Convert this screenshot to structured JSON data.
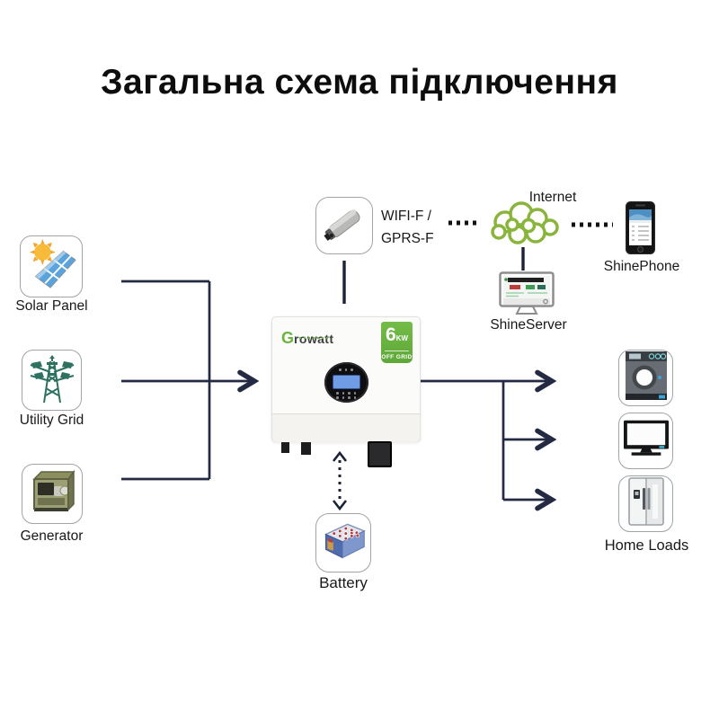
{
  "title": "Загальна схема підключення",
  "colors": {
    "connector_line": "#232a42",
    "cloud_green": "#8ab53c",
    "badge_green": "#68b23e",
    "logo_green": "#6cb33f",
    "lcd_blue": "#6f9ce5"
  },
  "nodes": {
    "solar_panel": {
      "label": "Solar Panel"
    },
    "utility_grid": {
      "label": "Utility Grid"
    },
    "generator": {
      "label": "Generator"
    },
    "wifi_module": {
      "line1": "WIFI-F /",
      "line2": "GPRS-F"
    },
    "internet": {
      "label": "Internet"
    },
    "shinephone": {
      "label": "ShinePhone"
    },
    "shineserver": {
      "label": "ShineServer"
    },
    "inverter": {
      "brand_g": "G",
      "brand_rest": "rowatt",
      "power_value": "6",
      "power_unit": "KW",
      "mode": "OFF GRID"
    },
    "battery": {
      "label": "Battery"
    },
    "home_loads": {
      "label": "Home Loads"
    }
  },
  "icons": {
    "solar_panel": "sun-and-solar-panel-icon",
    "utility_grid": "transmission-tower-icon",
    "generator": "diesel-generator-icon",
    "wifi_module": "usb-dongle-icon",
    "internet": "cloud-icon",
    "shinephone": "smartphone-icon",
    "shineserver": "monitor-icon",
    "home_loads": [
      "washing-machine-icon",
      "tv-icon",
      "refrigerator-icon"
    ],
    "battery": "battery-bank-icon"
  }
}
